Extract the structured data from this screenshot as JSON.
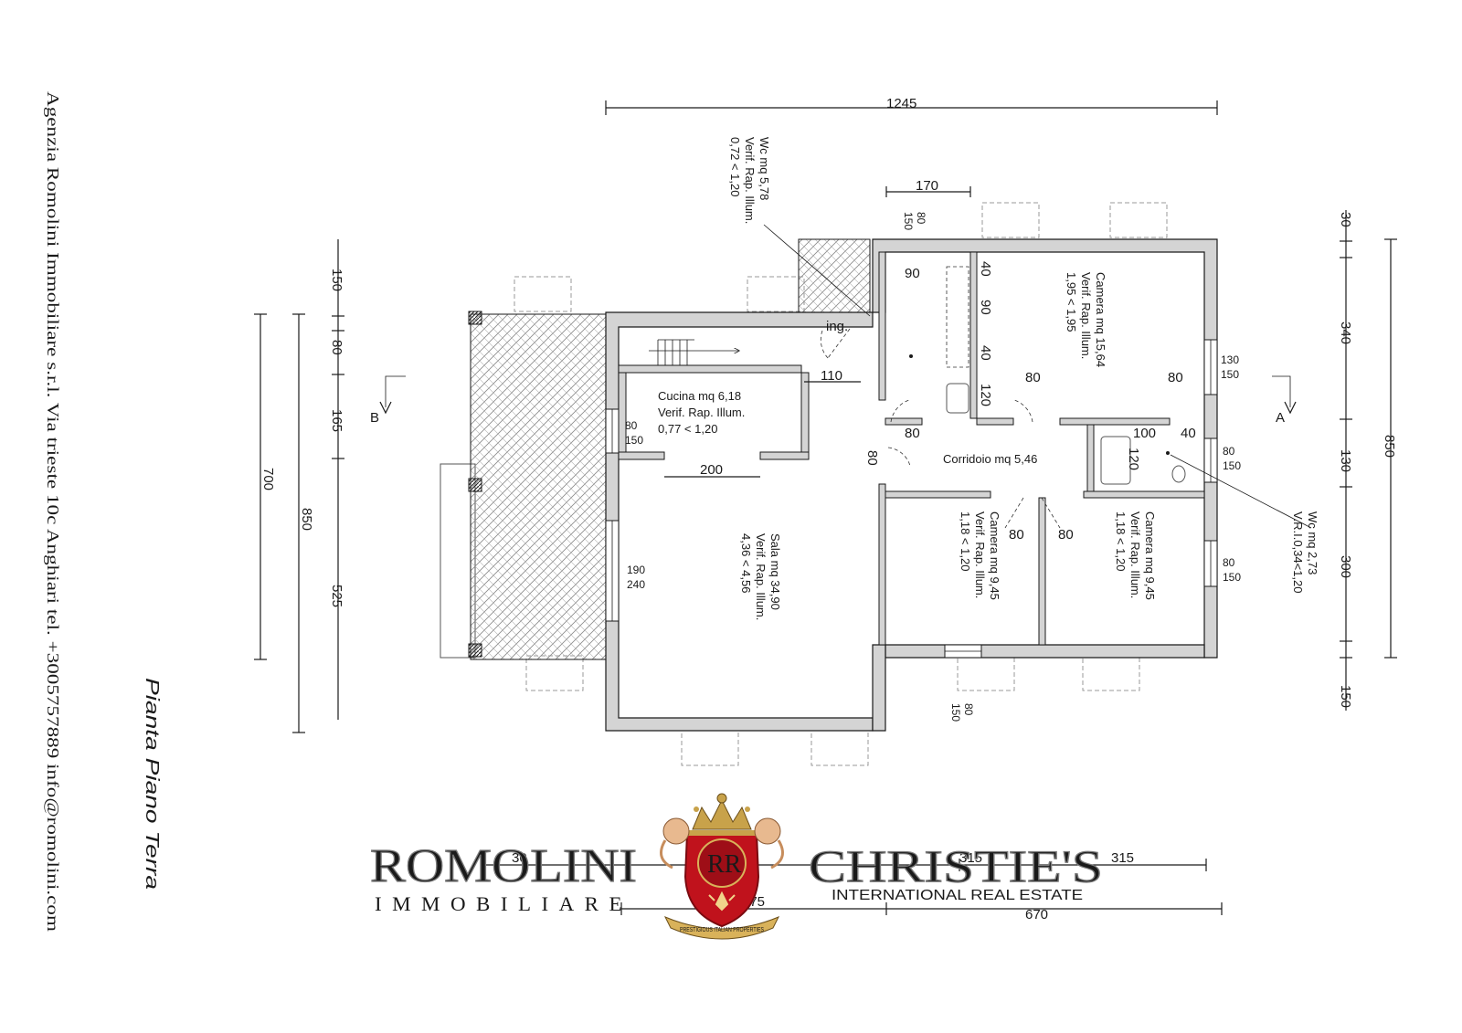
{
  "agency_info": "Agenzia Romolini Immobiliare s.r.l.  Via trieste 10c Anghiari  tel. +3005757889 info@romolini.com",
  "plan_title": "Pianta Piano Terra",
  "dims": {
    "top_total": "1245",
    "top_170": "170",
    "right_total": "850",
    "right_30": "30",
    "right_340": "340",
    "right_130": "130",
    "right_300": "300",
    "right_150": "150",
    "left_outer_700": "700",
    "left_850": "850",
    "left_150": "150",
    "left_80": "80",
    "left_165": "165",
    "left_525": "525",
    "bottom_315a": "315",
    "bottom_315b": "315",
    "bottom_275": "275",
    "bottom_670": "670",
    "bottom_30": "30"
  },
  "rooms": {
    "wc_top": [
      "Wc mq 5,78",
      "Verif. Rap. Illum.",
      "0,72 < 1,20"
    ],
    "camera_top": [
      "Camera mq 15,64",
      "Verif. Rap. Illum.",
      "1,95 < 1,95"
    ],
    "cucina": [
      "Cucina mq 6,18",
      "Verif. Rap. Illum.",
      "0,77 < 1,20"
    ],
    "corridoio": "Corridoio mq 5,46",
    "sala": [
      "Sala mq 34,90",
      "Verif. Rap. Illum.",
      "4,36 < 4,56"
    ],
    "camera_mid": [
      "Camera mq 9,45",
      "Verif. Rap. Illum.",
      "1,18 < 1,20"
    ],
    "camera_right": [
      "Camera mq 9,45",
      "Verif. Rap. Illum.",
      "1,18 < 1,20"
    ],
    "wc_right": [
      "Wc mq 2,73",
      "V.R.I.0,34<1,20"
    ]
  },
  "labels": {
    "ing": "ing.",
    "section_a": "A",
    "section_b": "B",
    "d_110": "110",
    "d_200": "200",
    "d_80_corr_left": "80",
    "d_80_corr_vert": "80",
    "d_80_cam_top": "80",
    "d_80_cam_top_right": "80",
    "d_100": "100",
    "d_40_wc": "40",
    "d_120_wc": "120",
    "d_80_cam_mid": "80",
    "d_80_cam_right": "80",
    "wc_90a": "90",
    "wc_40a": "40",
    "wc_90b": "90",
    "wc_40b": "40",
    "wc_120": "120",
    "win_80_150_top": "80",
    "win_80_150_top_b": "150",
    "win_130": "130",
    "win_150_r1": "150",
    "win_80_r2": "80",
    "win_150_r2": "150",
    "win_80_r3": "80",
    "win_150_r3": "150",
    "win_80_cuc": "80",
    "win_150_cuc": "150",
    "win_190": "190",
    "win_240": "240",
    "win_80_bot": "80",
    "win_150_bot": "150"
  },
  "logo": {
    "romolini": "ROMOLINI",
    "immobiliare": "IMMOBILIARE",
    "christies": "CHRISTIE'S",
    "international": "INTERNATIONAL REAL ESTATE",
    "seal_letters": "RR",
    "seal_motto": "PRESTIGIOUS ITALIAN PROPERTIES"
  }
}
